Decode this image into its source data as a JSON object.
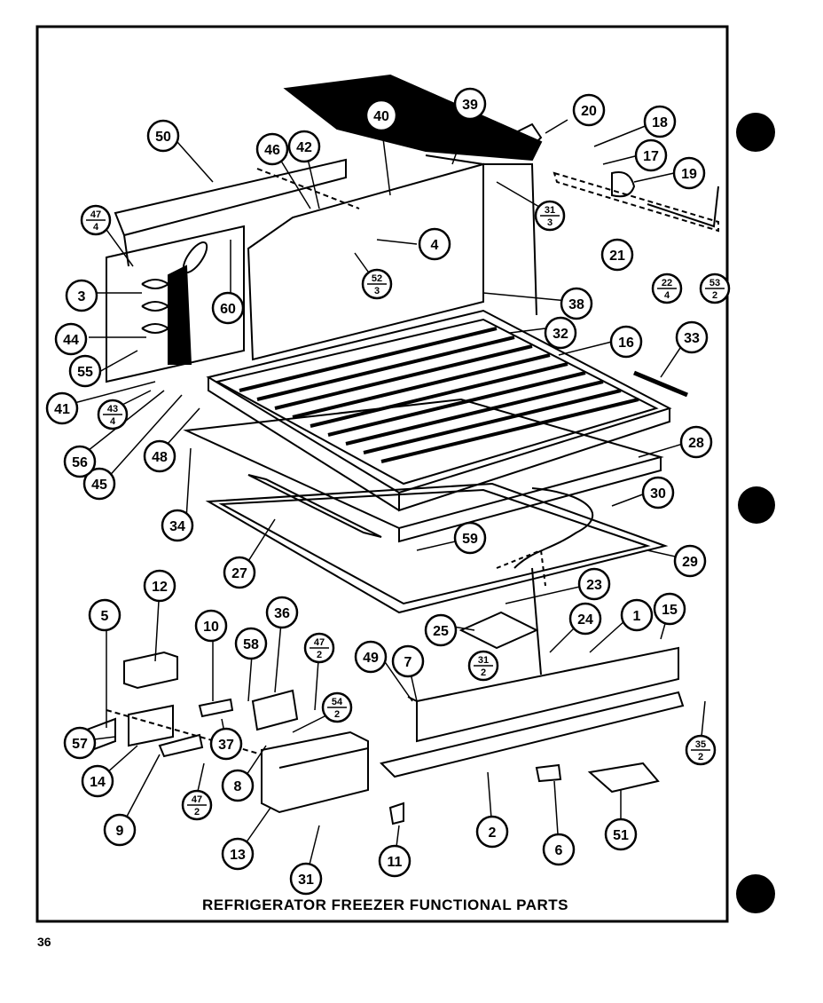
{
  "page_number": "36",
  "caption": "REFRIGERATOR FREEZER FUNCTIONAL PARTS",
  "callouts": [
    {
      "label": "1"
    },
    {
      "label": "2"
    },
    {
      "label": "3"
    },
    {
      "label": "4"
    },
    {
      "label": "5"
    },
    {
      "label": "6"
    },
    {
      "label": "7"
    },
    {
      "label": "8"
    },
    {
      "label": "9"
    },
    {
      "label": "10"
    },
    {
      "label": "11"
    },
    {
      "label": "12"
    },
    {
      "label": "13"
    },
    {
      "label": "14"
    },
    {
      "label": "15"
    },
    {
      "label": "16"
    },
    {
      "label": "17"
    },
    {
      "label": "18"
    },
    {
      "label": "19"
    },
    {
      "label": "20"
    },
    {
      "label": "21"
    },
    {
      "label": "23"
    },
    {
      "label": "24"
    },
    {
      "label": "25"
    },
    {
      "label": "27"
    },
    {
      "label": "28"
    },
    {
      "label": "29"
    },
    {
      "label": "30"
    },
    {
      "label": "31"
    },
    {
      "label": "32"
    },
    {
      "label": "33"
    },
    {
      "label": "34"
    },
    {
      "label": "36"
    },
    {
      "label": "37"
    },
    {
      "label": "38"
    },
    {
      "label": "39"
    },
    {
      "label": "40"
    },
    {
      "label": "41"
    },
    {
      "label": "42"
    },
    {
      "label": "44"
    },
    {
      "label": "45"
    },
    {
      "label": "46"
    },
    {
      "label": "48"
    },
    {
      "label": "49"
    },
    {
      "label": "50"
    },
    {
      "label": "55"
    },
    {
      "label": "56"
    },
    {
      "label": "57"
    },
    {
      "label": "58"
    },
    {
      "label": "59"
    },
    {
      "label": "60"
    },
    {
      "label": "60"
    },
    {
      "label": "51"
    }
  ],
  "split_callouts": [
    {
      "top": "47",
      "bottom": "4"
    },
    {
      "top": "31",
      "bottom": "3"
    },
    {
      "top": "52",
      "bottom": "3"
    },
    {
      "top": "22",
      "bottom": "4"
    },
    {
      "top": "53",
      "bottom": "2"
    },
    {
      "top": "43",
      "bottom": "4"
    },
    {
      "top": "47",
      "bottom": "2"
    },
    {
      "top": "54",
      "bottom": "2"
    },
    {
      "top": "31",
      "bottom": "2"
    },
    {
      "top": "35",
      "bottom": "2"
    },
    {
      "top": "47",
      "bottom": "2"
    }
  ]
}
